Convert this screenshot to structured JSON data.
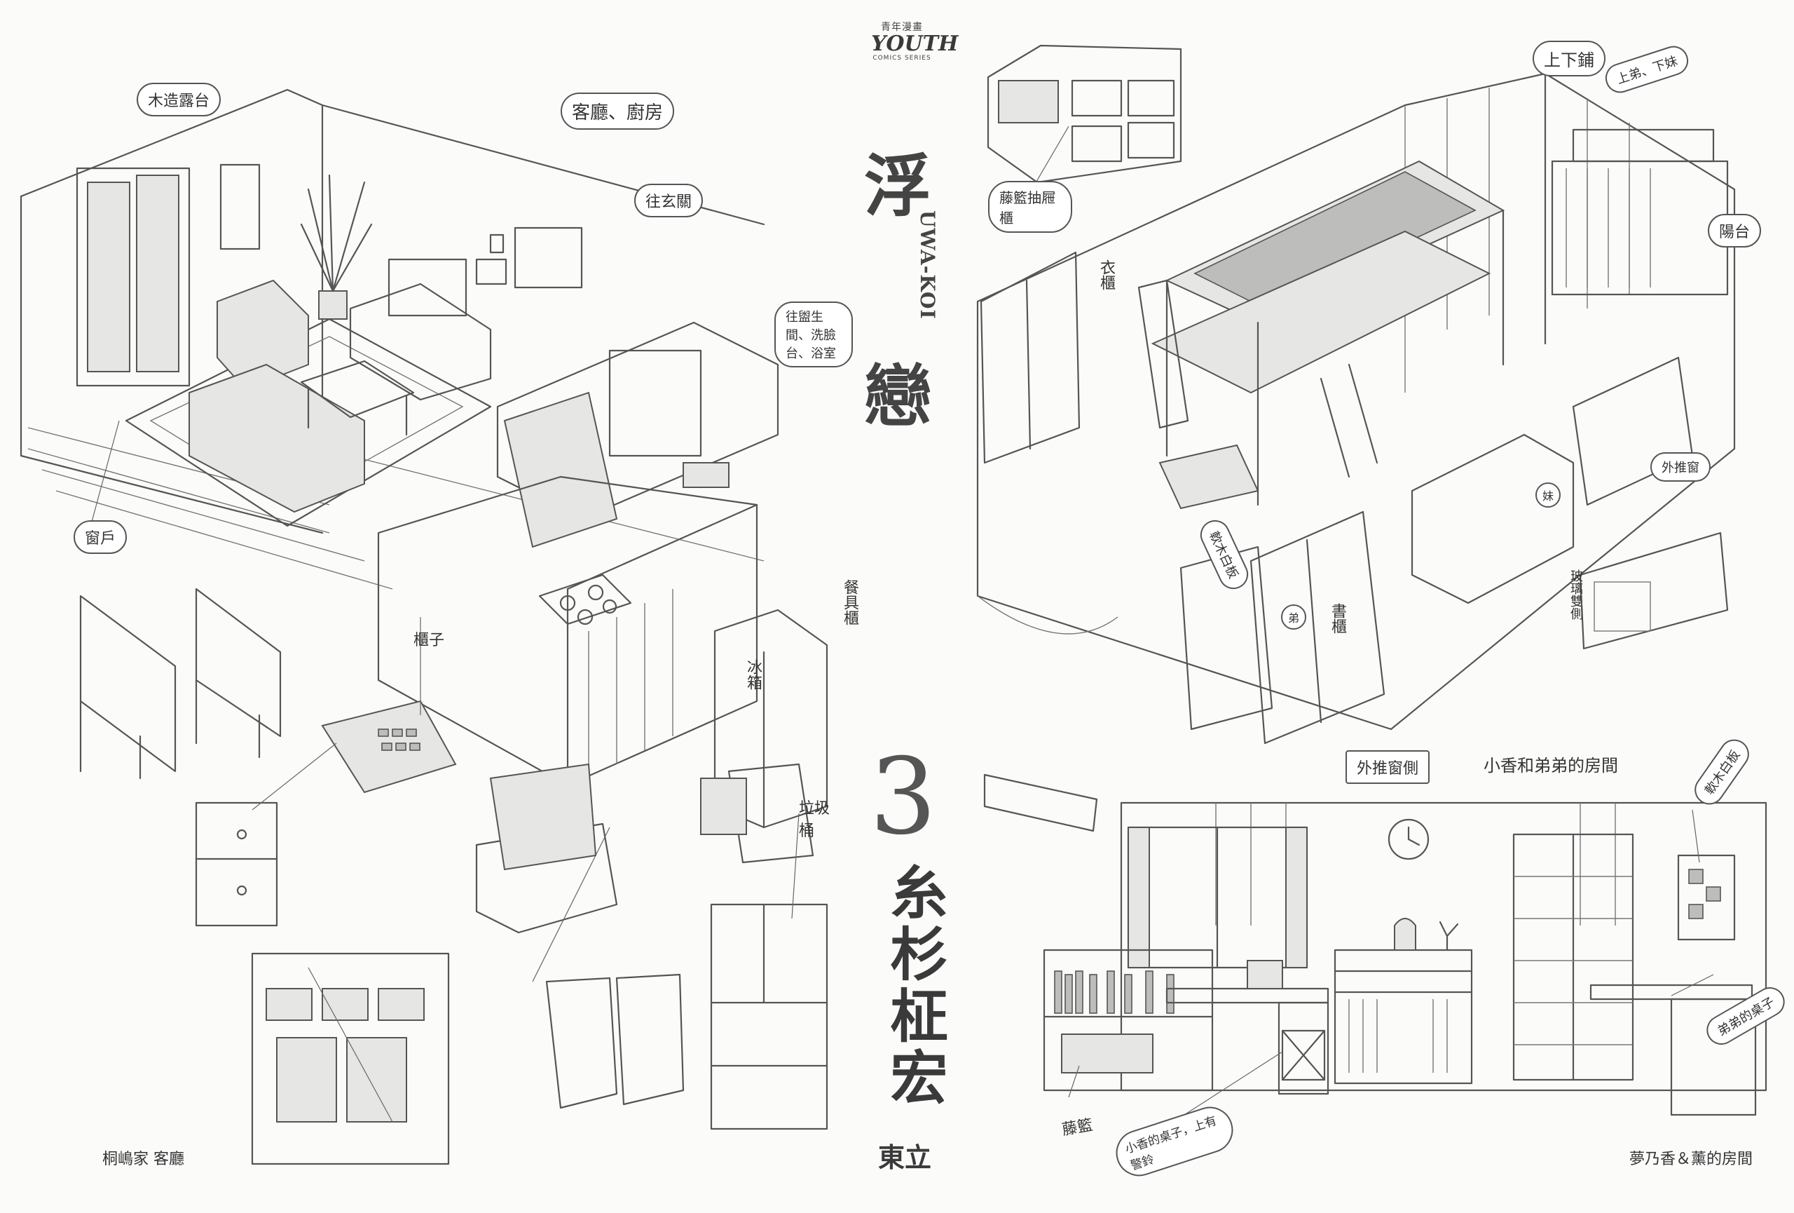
{
  "left": {
    "labels": {
      "wood_deck": "木造露台",
      "living_kitchen": "客廳、廚房",
      "to_entrance": "往玄關",
      "to_bath": "往盥生間、洗臉台、浴室",
      "window": "窗戶",
      "cabinet": "櫃子",
      "dish_cabinet": "餐具櫃",
      "fridge": "冰箱",
      "trash": "垃圾桶"
    },
    "caption": "桐嶋家 客廳"
  },
  "spine": {
    "series_top": "青年漫畫",
    "series_logo": "YOUTH",
    "series_sub": "COMICS SERIES",
    "title_char_1": "浮",
    "title_romaji": "UWA-KOI",
    "title_char_2": "戀",
    "volume": "3",
    "author": "糸杉柾宏",
    "publisher": "東立"
  },
  "right": {
    "labels": {
      "bunk_bed": "上下鋪",
      "upper_lower": "上弟、下妹",
      "basket_drawer": "藤籃抽屜櫃",
      "wardrobe": "衣櫃",
      "balcony": "陽台",
      "sliding_window": "外推窗",
      "cork_board": "軟木白板",
      "glass_side": "玻璃雙側",
      "bookcase": "書櫃",
      "sliding_window_side": "外推窗側",
      "room_title": "小香和弟弟的房間",
      "cork_board_2": "軟木白板",
      "brother_desk": "弟弟的桌子",
      "rattan_basket": "藤籃",
      "kaori_desk": "小香的桌子，上有警鈴",
      "mark_brother": "弟",
      "mark_sister": "妹"
    },
    "caption": "夢乃香＆薰的房間"
  }
}
